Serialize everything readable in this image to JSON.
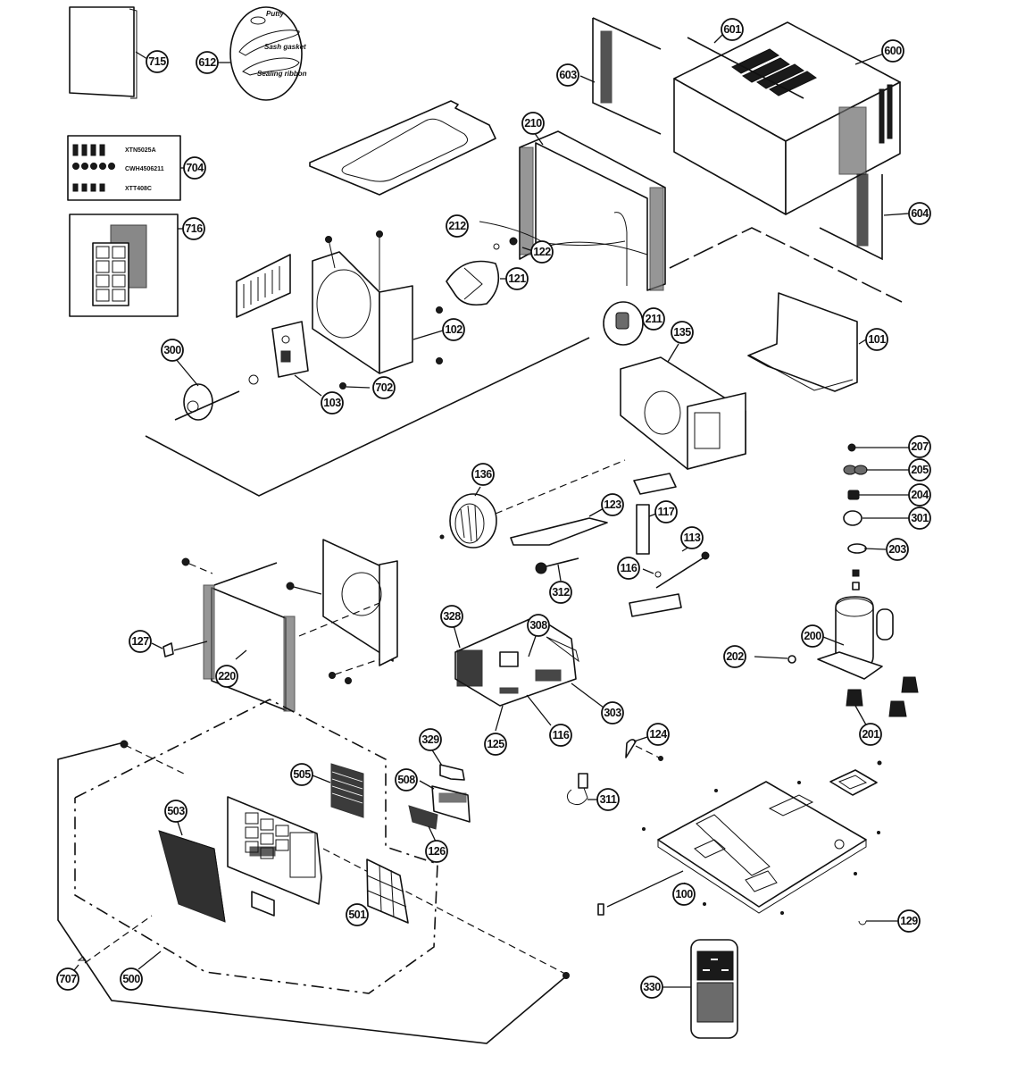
{
  "diagram": {
    "type": "exploded-parts-diagram",
    "subject": "Window air conditioner",
    "callouts": {
      "c715": "715",
      "c612": "612",
      "c704": "704",
      "c716": "716",
      "c603": "603",
      "c601": "601",
      "c600": "600",
      "c604": "604",
      "c210": "210",
      "c212": "212",
      "c122": "122",
      "c121": "121",
      "c211": "211",
      "c102": "102",
      "c103": "103",
      "c702": "702",
      "c300": "300",
      "c135": "135",
      "c101": "101",
      "c207": "207",
      "c205": "205",
      "c204": "204",
      "c301": "301",
      "c203": "203",
      "c200": "200",
      "c202": "202",
      "c201": "201",
      "c136": "136",
      "c123": "123",
      "c117": "117",
      "c113": "113",
      "c116a": "116",
      "c312": "312",
      "c127": "127",
      "c220": "220",
      "c328": "328",
      "c308": "308",
      "c303": "303",
      "c125": "125",
      "c116b": "116",
      "c329": "329",
      "c508": "508",
      "c126": "126",
      "c124": "124",
      "c311": "311",
      "c505": "505",
      "c503": "503",
      "c501": "501",
      "c500": "500",
      "c707": "707",
      "c100": "100",
      "c129": "129",
      "c330": "330"
    },
    "kit_612": {
      "items": [
        "Putty",
        "Sash gasket",
        "Sealing ribbon"
      ]
    },
    "kit_704": {
      "items": [
        "XTN5025A",
        "CWH4506211",
        "XTT408C"
      ]
    }
  }
}
